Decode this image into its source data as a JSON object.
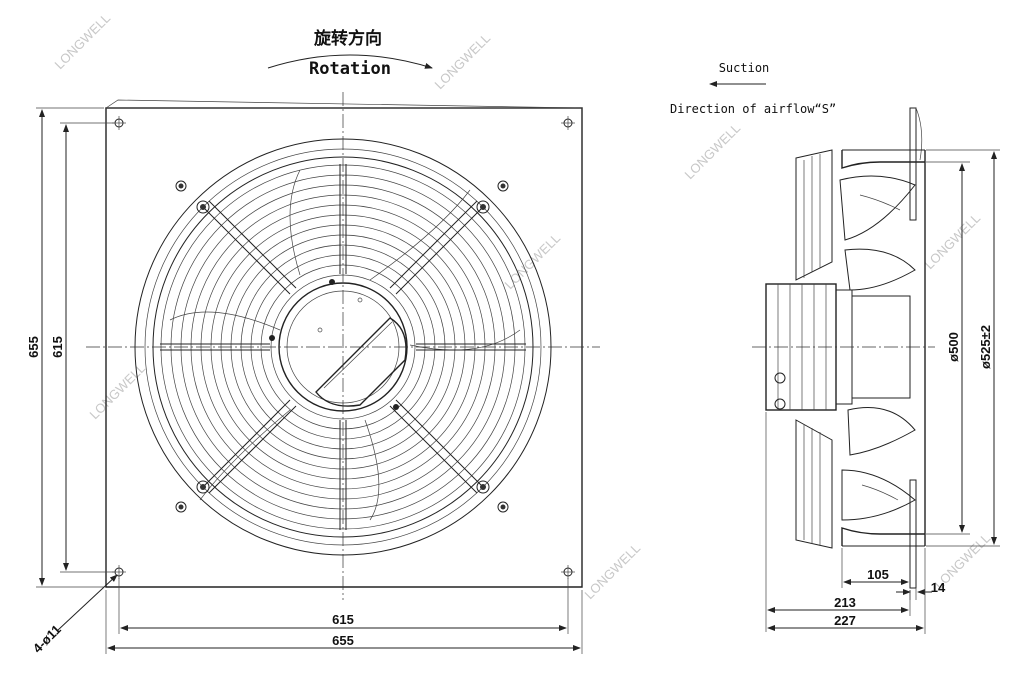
{
  "rotation": {
    "label_cn": "旋转方向",
    "label_en": "Rotation"
  },
  "airflow": {
    "suction": "Suction",
    "direction": "Direction of airflow“S”"
  },
  "front_dims": {
    "height_outer": "655",
    "height_inner": "615",
    "width_inner": "615",
    "width_outer": "655",
    "holes": "4-ø11"
  },
  "side_dims": {
    "dia_inner": "ø500",
    "dia_outer": "ø525±2",
    "depth_105": "105",
    "thickness_14": "14",
    "depth_213": "213",
    "depth_227": "227"
  },
  "watermark": "LONGWELL"
}
